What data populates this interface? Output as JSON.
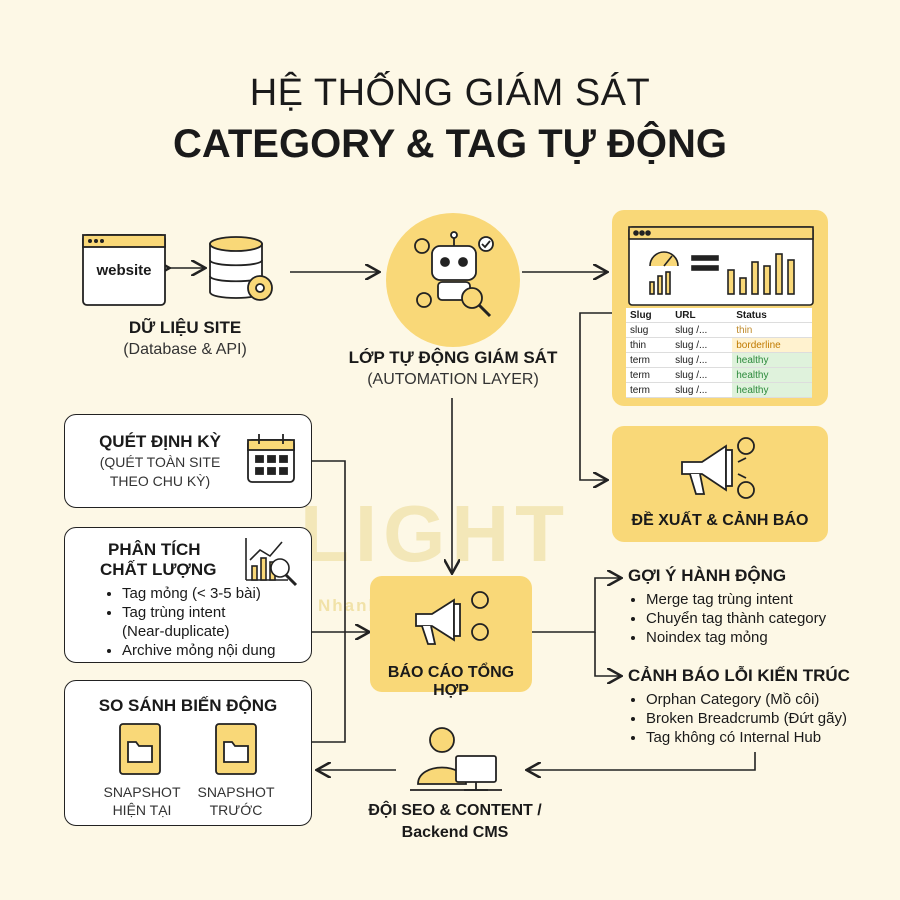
{
  "title_line1": "HỆ THỐNG GIÁM SÁT",
  "title_line2": "CATEGORY & TAG TỰ ĐỘNG",
  "watermark": {
    "text": "LIGHT",
    "sub": "Nhanh – Gọn – Đẹp"
  },
  "site": {
    "icon_label": "website",
    "title": "DỮ LIỆU SITE",
    "subtitle": "(Database & API)"
  },
  "automation": {
    "title": "LỚP TỰ ĐỘNG GIÁM SÁT",
    "subtitle": "(AUTOMATION LAYER)"
  },
  "dashboard": {
    "headers": [
      "Slug",
      "URL",
      "Status"
    ],
    "rows": [
      [
        "slug",
        "slug /...",
        "thin"
      ],
      [
        "thin",
        "slug /...",
        "borderline"
      ],
      [
        "term",
        "slug /...",
        "healthy"
      ],
      [
        "term",
        "slug /...",
        "healthy"
      ],
      [
        "term",
        "slug /...",
        "healthy"
      ]
    ]
  },
  "alert_box": {
    "title": "ĐỀ XUẤT & CẢNH BÁO"
  },
  "scan": {
    "title": "QUÉT ĐỊNH KỲ",
    "sub1": "(QUÉT TOÀN SITE",
    "sub2": "THEO CHU KỲ)"
  },
  "quality": {
    "title1": "PHÂN TÍCH",
    "title2": "CHẤT LƯỢNG",
    "items": [
      "Tag mỏng (< 3-5 bài)",
      "Tag trùng intent",
      "(Near-duplicate)",
      "Archive mỏng nội dung"
    ]
  },
  "compare": {
    "title": "SO SÁNH BIẾN ĐỘNG",
    "snap_now_1": "SNAPSHOT",
    "snap_now_2": "HIỆN TẠI",
    "snap_prev_1": "SNAPSHOT",
    "snap_prev_2": "TRƯỚC"
  },
  "report": {
    "title": "BÁO CÁO TỔNG HỢP"
  },
  "actions": {
    "title": "GỢI Ý HÀNH ĐỘNG",
    "items": [
      "Merge tag trùng intent",
      "Chuyển tag thành category",
      "Noindex tag mỏng"
    ]
  },
  "arch": {
    "title": "CẢNH BÁO LỖI KIẾN TRÚC",
    "items": [
      "Orphan Category (Mồ côi)",
      "Broken Breadcrumb (Đứt gãy)",
      "Tag không có Internal Hub"
    ]
  },
  "team": {
    "title1": "ĐỘI SEO & CONTENT /",
    "title2": "Backend CMS"
  },
  "colors": {
    "accent": "#f9d878",
    "stroke": "#222222",
    "background": "#fdf8e6"
  }
}
